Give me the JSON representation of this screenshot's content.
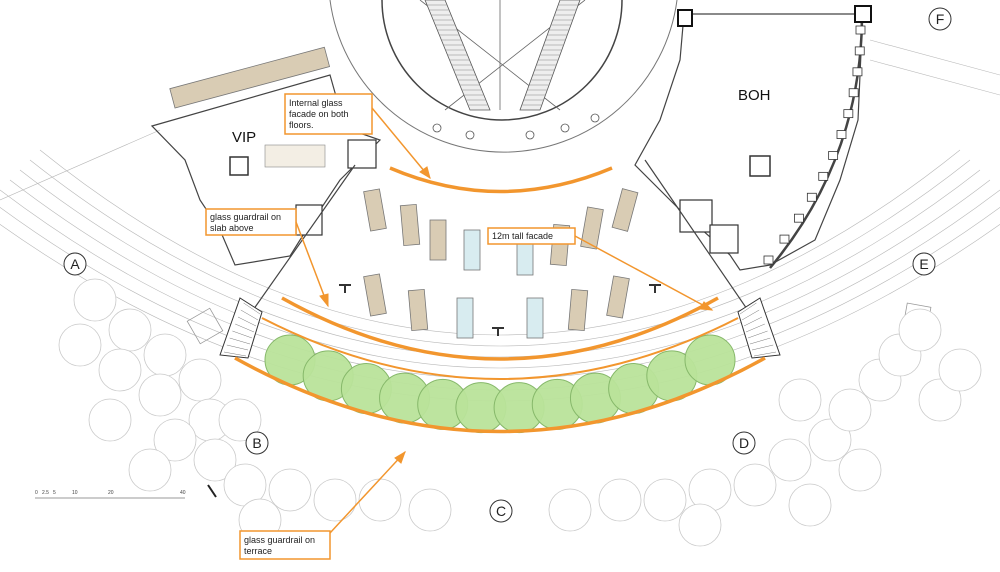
{
  "rooms": {
    "vip": "VIP",
    "boh": "BOH"
  },
  "grid_markers": [
    "A",
    "B",
    "C",
    "D",
    "E",
    "F"
  ],
  "callouts": {
    "internal_glass": [
      "Internal glass",
      "facade on both",
      "floors."
    ],
    "guardrail_slab": [
      "glass guardrail on",
      "slab above"
    ],
    "tall_facade": [
      "12m tall facade"
    ],
    "guardrail_terrace": [
      "glass guardrail on",
      "terrace"
    ]
  },
  "scale_bar": {
    "labels": [
      "0",
      "2.5",
      "5",
      "10",
      "20",
      "40"
    ]
  },
  "colors": {
    "accent": "#f2962e",
    "tree_fill": "#b9e39a",
    "tree_stroke": "#86b86a",
    "desk_fill": "#d9ccb4",
    "glass_fill": "#d8ecf0",
    "line": "#555555",
    "light_line": "#b8b8b8"
  }
}
